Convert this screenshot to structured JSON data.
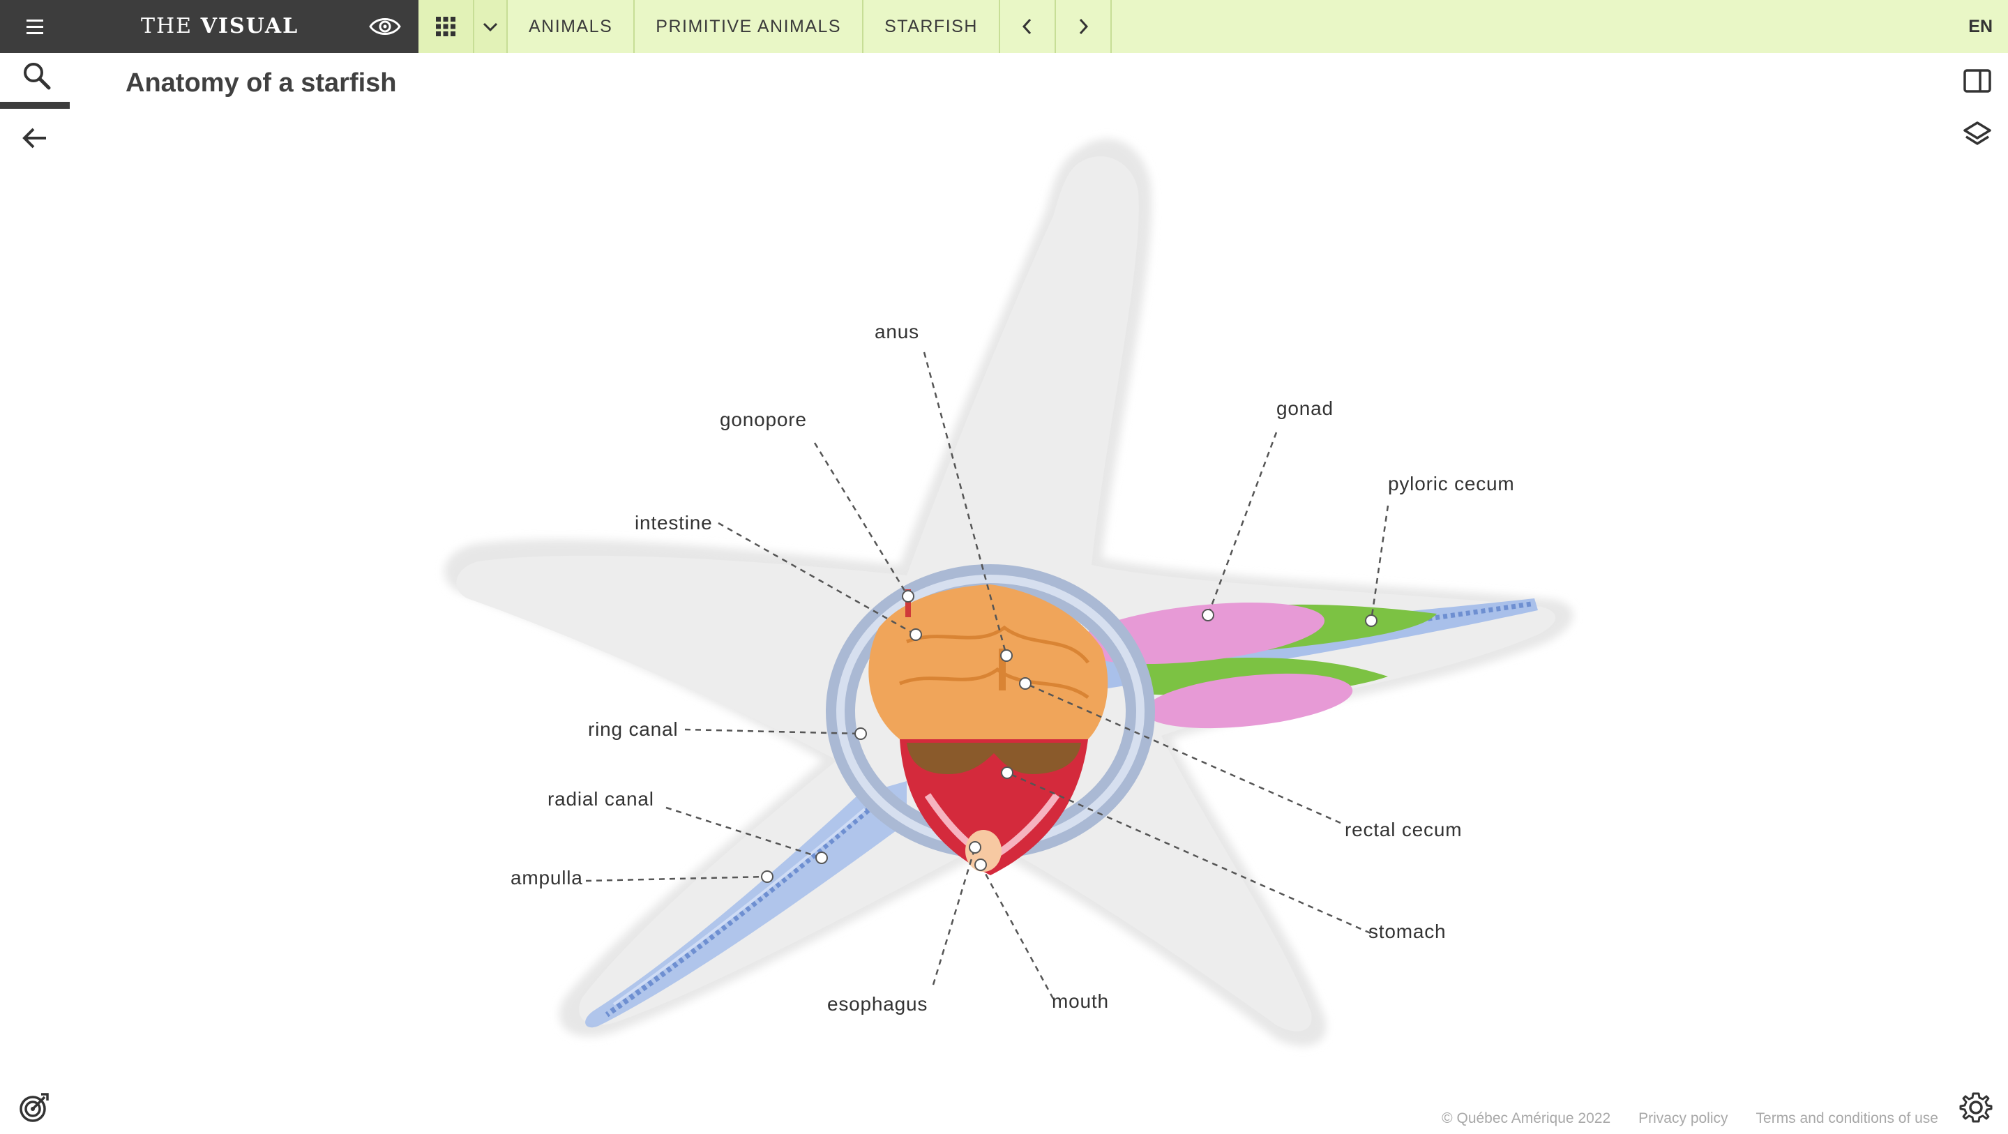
{
  "header": {
    "brand_prefix": "THE",
    "brand_name": "VISUAL",
    "breadcrumb": [
      "ANIMALS",
      "PRIMITIVE ANIMALS",
      "STARFISH"
    ],
    "language": "EN"
  },
  "page": {
    "title": "Anatomy of a starfish"
  },
  "labels": {
    "anus": "anus",
    "gonopore": "gonopore",
    "intestine": "intestine",
    "gonad": "gonad",
    "pyloric_cecum": "pyloric cecum",
    "ring_canal": "ring canal",
    "radial_canal": "radial canal",
    "ampulla": "ampulla",
    "rectal_cecum": "rectal cecum",
    "stomach": "stomach",
    "esophagus": "esophagus",
    "mouth": "mouth"
  },
  "footer": {
    "copyright": "© Québec Amérique 2022",
    "privacy": "Privacy policy",
    "terms": "Terms and conditions of use"
  },
  "colors": {
    "topbar_dark": "#3d3d3d",
    "topbar_light": "#e9f7c6",
    "starfish_body": "#e6e6e6",
    "digestive_orange": "#f0a55a",
    "stomach_red": "#d42a3c",
    "gonad_pink": "#e79ad6",
    "cecum_green": "#7cc243",
    "canal_blue": "#9fb9e6"
  }
}
